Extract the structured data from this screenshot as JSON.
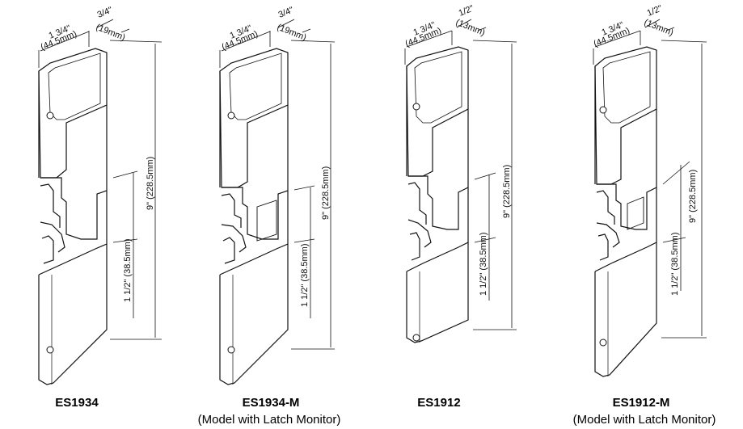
{
  "diagram": {
    "strikes": [
      {
        "model": "ES1934",
        "subtitle": "",
        "width_dim": "1 3/4\"",
        "width_dim_mm": "(44.5mm)",
        "depth_dim": "3/4\"",
        "depth_dim_mm": "(19mm)",
        "height_dim": "9\" (228.5mm)",
        "lip_dim": "1 1/2\" (38.5mm)"
      },
      {
        "model": "ES1934-M",
        "subtitle": "(Model with Latch Monitor)",
        "width_dim": "1 3/4\"",
        "width_dim_mm": "(44.5mm)",
        "depth_dim": "3/4\"",
        "depth_dim_mm": "(19mm)",
        "height_dim": "9\" (228.5mm)",
        "lip_dim": "1 1/2\" (38.5mm)"
      },
      {
        "model": "ES1912",
        "subtitle": "",
        "width_dim": "1 3/4\"",
        "width_dim_mm": "(44.5mm)",
        "depth_dim": "1/2\"",
        "depth_dim_mm": "(13mm)",
        "height_dim": "9\" (228.5mm)",
        "lip_dim": "1 1/2\" (38.5mm)"
      },
      {
        "model": "ES1912-M",
        "subtitle": "(Model with Latch Monitor)",
        "width_dim": "1 3/4\"",
        "width_dim_mm": "(44.5mm)",
        "depth_dim": "1/2\"",
        "depth_dim_mm": "(13mm)",
        "height_dim": "9\" (228.5mm)",
        "lip_dim": "1 1/2\" (38.5mm)"
      }
    ]
  }
}
